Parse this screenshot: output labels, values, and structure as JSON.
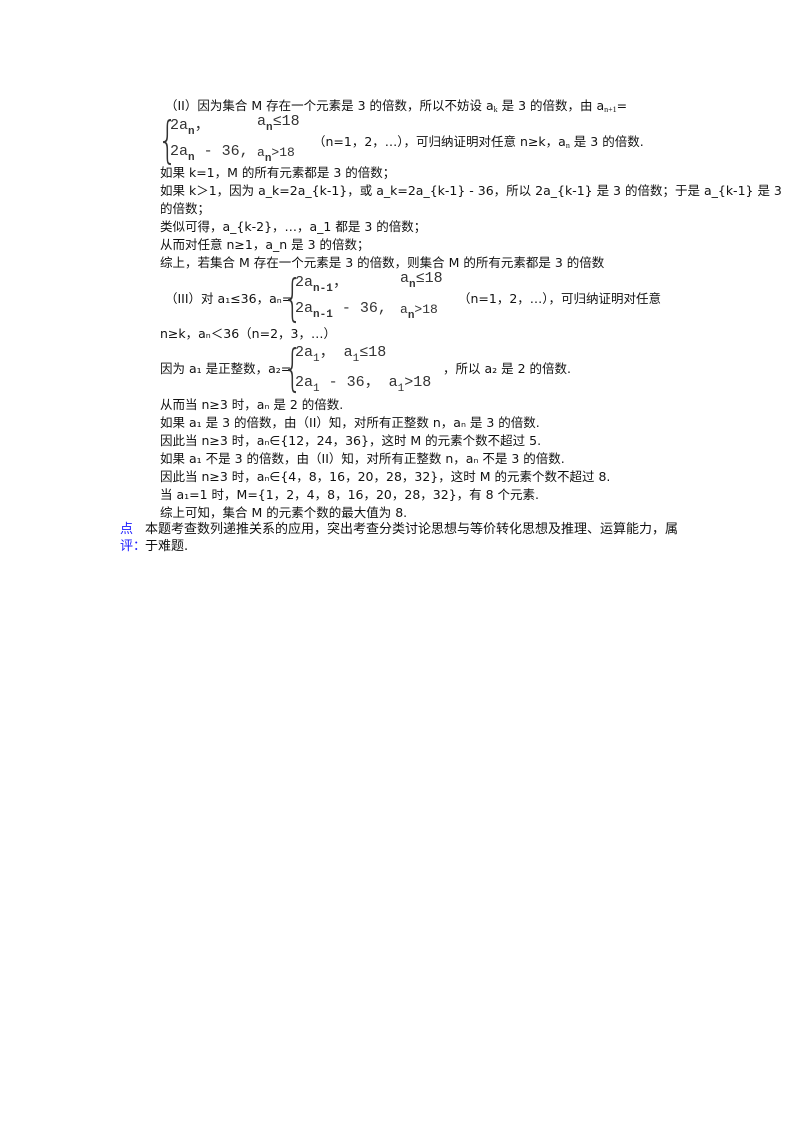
{
  "part2": {
    "intro": "（II）因为集合 M 存在一个元素是 3 的倍数，所以不妨设 a",
    "intro_sub": "k",
    "intro_tail": " 是 3 的倍数，由 a",
    "intro_sub2": "n+1",
    "intro_end": "=",
    "formula": {
      "row1_left": "2a",
      "row1_left_sub": "n",
      "row1_left_tail": "，",
      "row1_cond": "a",
      "row1_cond_sub": "n",
      "row1_cond_tail": "≤18",
      "row2_left": "2a",
      "row2_left_sub": "n",
      "row2_left_tail": " - 36,",
      "row2_cond": "a",
      "row2_cond_sub": "n",
      "row2_cond_tail": ">18"
    },
    "after_formula": "（n=1，2，…），可归纳证明对任意 n≥k，a",
    "after_sub": "n",
    "after_tail": " 是 3 的倍数.",
    "lines": [
      "如果 k=1，M 的所有元素都是 3 的倍数；",
      "如果 k＞1，因为 a_k=2a_{k-1}，或 a_k=2a_{k-1} - 36，所以 2a_{k-1} 是 3 的倍数；于是 a_{k-1} 是 3",
      "的倍数；",
      "类似可得，a_{k-2}，…，a_1 都是 3 的倍数；",
      "从而对任意 n≥1，a_n 是 3 的倍数；",
      "综上，若集合 M 存在一个元素是 3 的倍数，则集合 M 的所有元素都是 3 的倍数"
    ]
  },
  "part3": {
    "intro": "（III）对 a₁≤36，aₙ=",
    "formula": {
      "row1_left": "2a",
      "row1_left_sub": "n-1",
      "row1_left_tail": "，",
      "row1_cond": "a",
      "row1_cond_sub": "n",
      "row1_cond_tail": "≤18",
      "row2_left": "2a",
      "row2_left_sub": "n-1",
      "row2_left_tail": " - 36,",
      "row2_cond": "a",
      "row2_cond_sub": "n",
      "row2_cond_tail": ">18"
    },
    "after_formula": "（n=1，2，…），可归纳证明对任意",
    "continuation": "n≥k，aₙ＜36（n=2，3，…）",
    "because_intro": "因为 a₁ 是正整数，a₂=",
    "formula2": {
      "row1": "2a",
      "row1_sub": "1",
      "row1_mid": "， a",
      "row1_sub2": "1",
      "row1_tail": "≤18",
      "row2": "2a",
      "row2_sub": "1",
      "row2_mid": " - 36， a",
      "row2_sub2": "1",
      "row2_tail": ">18"
    },
    "because_tail": "，所以 a₂ 是 2 的倍数.",
    "lines": [
      "从而当 n≥3 时，aₙ 是 2 的倍数.",
      "如果 a₁ 是 3 的倍数，由（II）知，对所有正整数 n，aₙ 是 3 的倍数.",
      "因此当 n≥3 时，aₙ∈{12，24，36}，这时 M 的元素个数不超过 5.",
      "如果 a₁ 不是 3 的倍数，由（II）知，对所有正整数 n，aₙ 不是 3 的倍数.",
      "因此当 n≥3 时，aₙ∈{4，8，16，20，28，32}，这时 M 的元素个数不超过 8.",
      "当 a₁=1 时，M={1，2，4，8，16，20，28，32}，有 8 个元素.",
      "综上可知，集合 M 的元素个数的最大值为 8."
    ]
  },
  "comment": {
    "label_line1": "点",
    "label_line2": "评：",
    "text": "本题考查数列递推关系的应用，突出考查分类讨论思想与等价转化思想及推理、运算能力，属于难题.",
    "label_color": "#1a1aff"
  }
}
